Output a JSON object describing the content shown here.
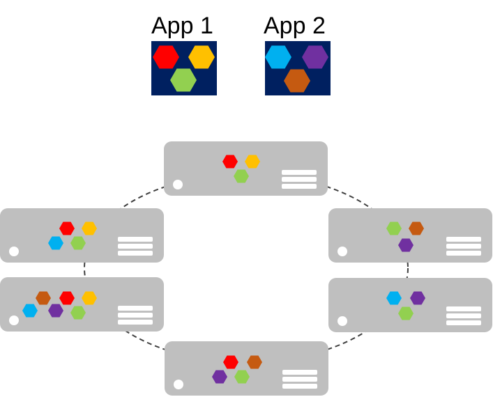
{
  "colors": {
    "background": "#ffffff",
    "app_box": "#002060",
    "server": "#bfbfbf",
    "server_light": "#ffffff",
    "ring": "#404040",
    "red": "#ff0000",
    "yellow": "#ffc000",
    "green": "#92d050",
    "blue": "#00b0f0",
    "purple": "#7030a0",
    "orange": "#c55a11"
  },
  "apps": [
    {
      "label": "App 1",
      "components": [
        "red",
        "yellow",
        "green"
      ]
    },
    {
      "label": "App 2",
      "components": [
        "blue",
        "purple",
        "orange"
      ]
    }
  ],
  "servers": [
    {
      "position": "top",
      "containers": [
        "red",
        "yellow",
        "green"
      ]
    },
    {
      "position": "right-upper",
      "containers": [
        "green",
        "orange",
        "purple"
      ]
    },
    {
      "position": "right-lower",
      "containers": [
        "blue",
        "purple",
        "green"
      ]
    },
    {
      "position": "bottom",
      "containers": [
        "red",
        "orange",
        "purple",
        "green"
      ]
    },
    {
      "position": "left-lower",
      "containers": [
        "orange",
        "red",
        "yellow",
        "blue",
        "purple",
        "green"
      ]
    },
    {
      "position": "left-upper",
      "containers": [
        "red",
        "yellow",
        "blue",
        "green"
      ]
    }
  ]
}
